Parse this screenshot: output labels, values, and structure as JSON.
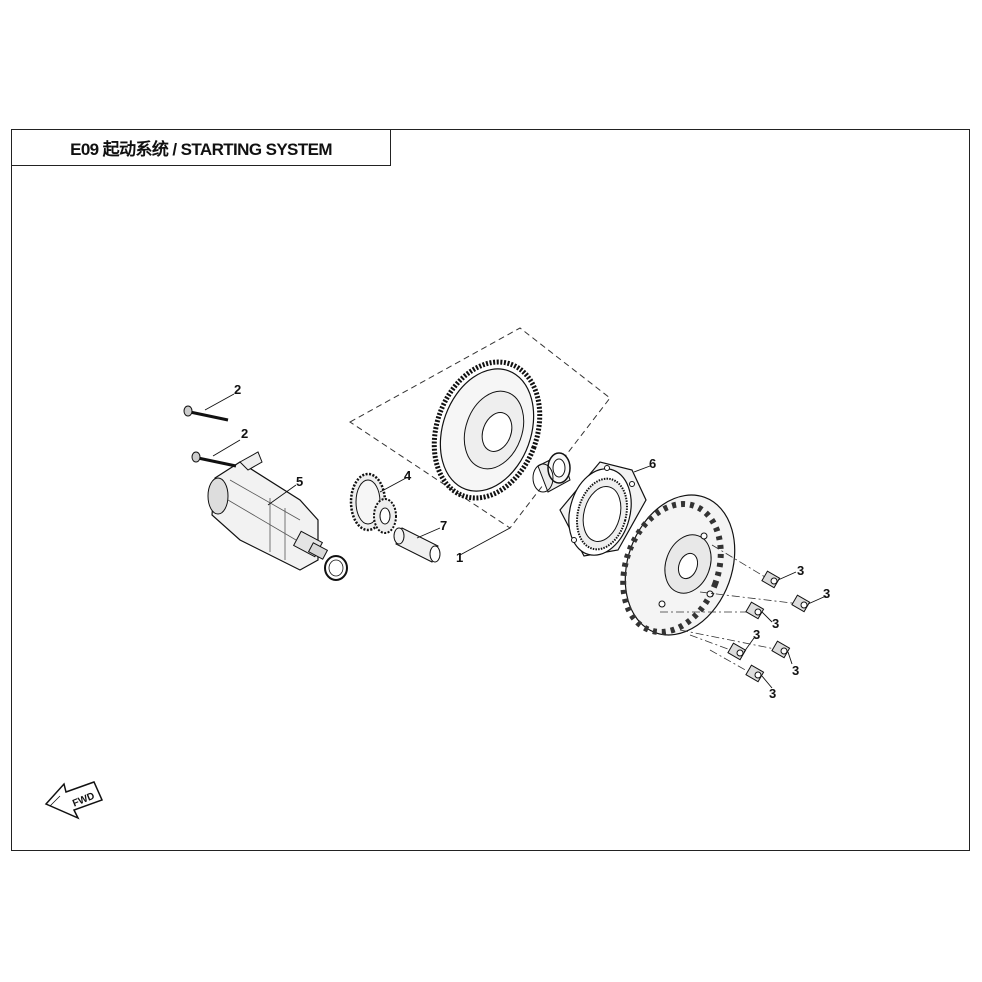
{
  "title": "E09 起动系统 / STARTING SYSTEM",
  "callouts": {
    "c1": "1",
    "c2a": "2",
    "c2b": "2",
    "c3a": "3",
    "c3b": "3",
    "c3c": "3",
    "c3d": "3",
    "c3e": "3",
    "c3f": "3",
    "c4": "4",
    "c5": "5",
    "c6": "6",
    "c7": "7"
  },
  "fwd_label": "FWD"
}
